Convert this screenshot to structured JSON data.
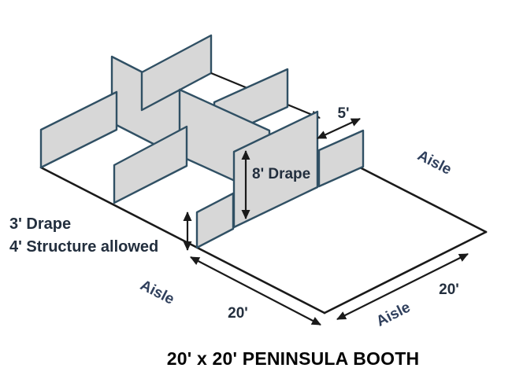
{
  "title": "20' x 20' PENINSULA BOOTH",
  "labels": {
    "dim_5": "5'",
    "drape_8": "8' Drape",
    "drape_3": "3' Drape",
    "structure_4": "4' Structure allowed",
    "dim_20_left": "20'",
    "dim_20_right": "20'",
    "aisle_right": "Aisle",
    "aisle_bottom_left": "Aisle",
    "aisle_bottom_right": "Aisle"
  },
  "colors": {
    "panel_fill": "#d7d7d7",
    "panel_stroke": "#305064",
    "line_color": "#1a1a1a",
    "label_color": "#232f3e",
    "aisle_label_color": "#2f3f5c",
    "background": "#ffffff"
  }
}
